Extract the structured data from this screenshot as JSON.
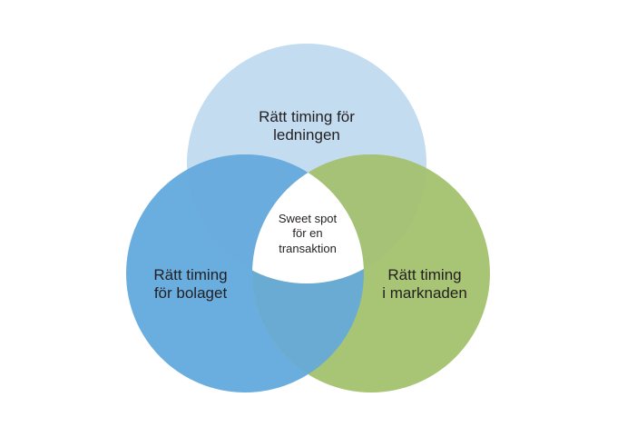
{
  "diagram": {
    "type": "venn",
    "circles": [
      {
        "id": "top",
        "lines": [
          "Rätt timing för",
          "ledningen"
        ],
        "color": "#c3dcf0"
      },
      {
        "id": "left",
        "lines": [
          "Rätt timing",
          "för bolaget"
        ],
        "color": "#6aaee0"
      },
      {
        "id": "right",
        "lines": [
          "Rätt timing",
          "i marknaden"
        ],
        "color": "#a8c475"
      }
    ],
    "center": {
      "lines": [
        "Sweet spot",
        "för en",
        "transaktion"
      ],
      "color": "#ffffff"
    },
    "overlap_colors": {
      "top_left": "#6aacde",
      "top_right": "#a5c277",
      "left_right": "#6aabd3"
    }
  }
}
